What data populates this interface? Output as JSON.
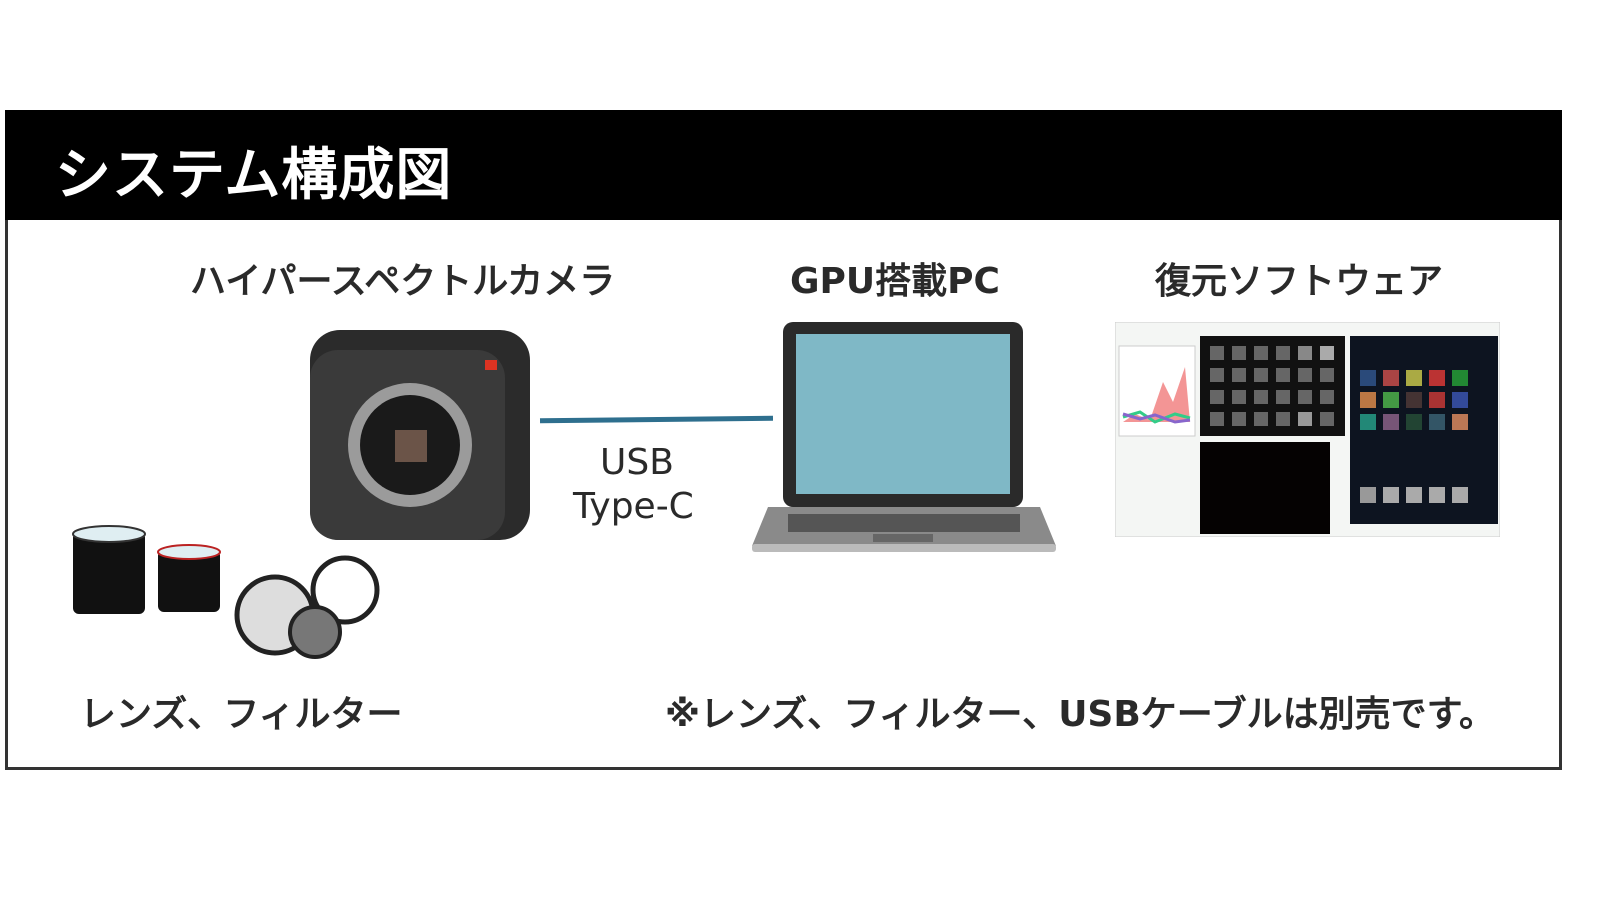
{
  "header": {
    "title": "システム構成図"
  },
  "components": {
    "camera": "ハイパースペクトルカメラ",
    "pc": "GPU搭載PC",
    "software": "復元ソフトウェア",
    "lenses": "レンズ、フィルター"
  },
  "connection": {
    "line1": "USB",
    "line2": "Type-C"
  },
  "note": "※レンズ、フィルター、USBケーブルは別売です。",
  "colors": {
    "header_bg": "#000000",
    "cable": "#2e6f8e",
    "screen": "#7fb8c6"
  }
}
